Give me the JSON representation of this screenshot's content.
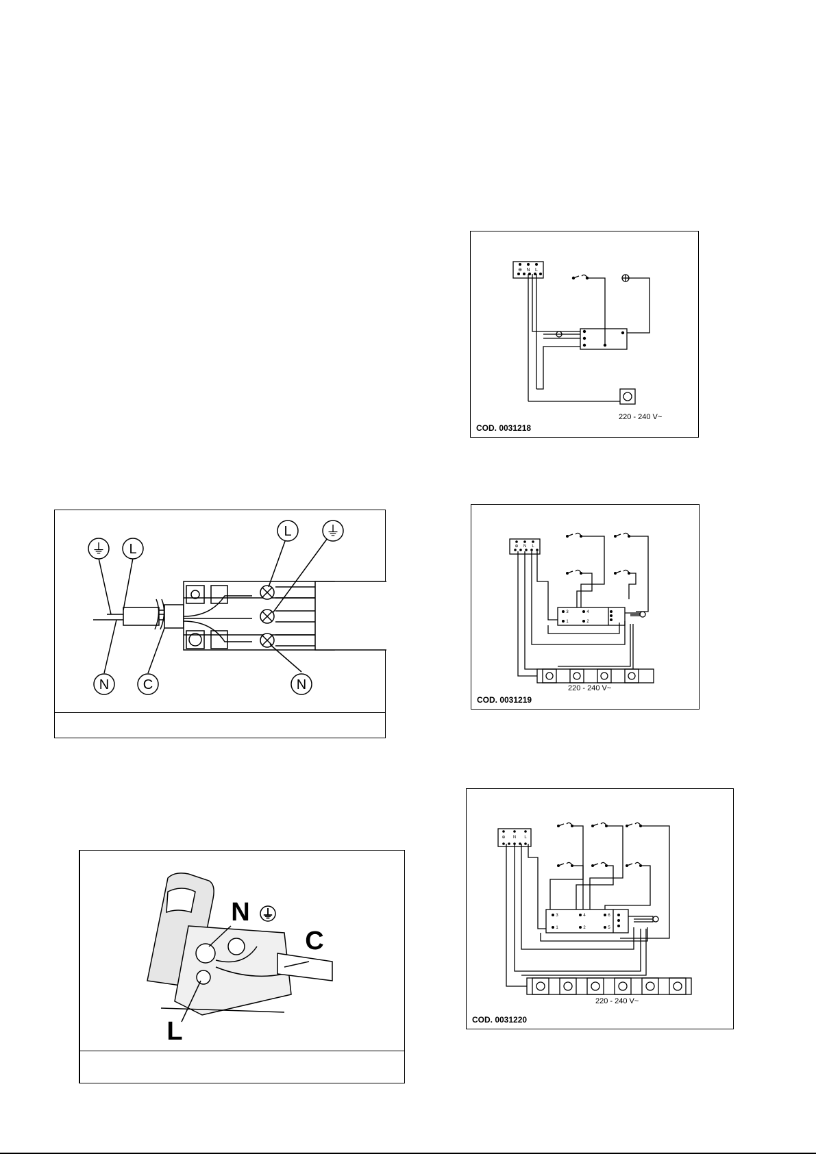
{
  "fig1": {
    "labels": {
      "earth_left": "⏚",
      "l_left": "L",
      "n_left": "N",
      "c": "C",
      "l_right": "L",
      "earth_right": "⏚",
      "n_right": "N"
    },
    "caption": ""
  },
  "fig2": {
    "labels": {
      "n": "N",
      "earth": "⏚",
      "c": "C",
      "l": "L"
    },
    "caption": ""
  },
  "diagram1": {
    "code": "COD. 0031218",
    "voltage": "220 - 240 V~",
    "terminal_labels": [
      "⊕",
      "N",
      "L"
    ]
  },
  "diagram2": {
    "code": "COD. 0031219",
    "voltage": "220 - 240 V~",
    "terminal_labels": [
      "⊕",
      "N",
      "L"
    ],
    "relay_pins": [
      "3",
      "4",
      "1",
      "2"
    ]
  },
  "diagram3": {
    "code": "COD. 0031220",
    "voltage": "220 - 240 V~",
    "terminal_labels": [
      "⊕",
      "N",
      "L"
    ],
    "relay_pins": [
      "3",
      "4",
      "6",
      "1",
      "2",
      "5"
    ]
  }
}
